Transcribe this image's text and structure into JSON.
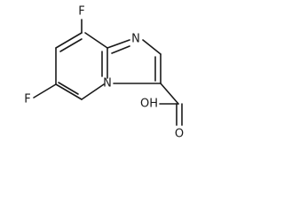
{
  "molecule": {
    "atoms": [
      {
        "id": "F8",
        "label": "F"
      },
      {
        "id": "N1",
        "label": "N"
      },
      {
        "id": "F6",
        "label": "F"
      },
      {
        "id": "N4",
        "label": "N"
      },
      {
        "id": "OH",
        "label": "OH"
      },
      {
        "id": "O",
        "label": "O"
      }
    ]
  },
  "colors": {
    "ink": "#1a1a1a",
    "background": "#ffffff"
  }
}
